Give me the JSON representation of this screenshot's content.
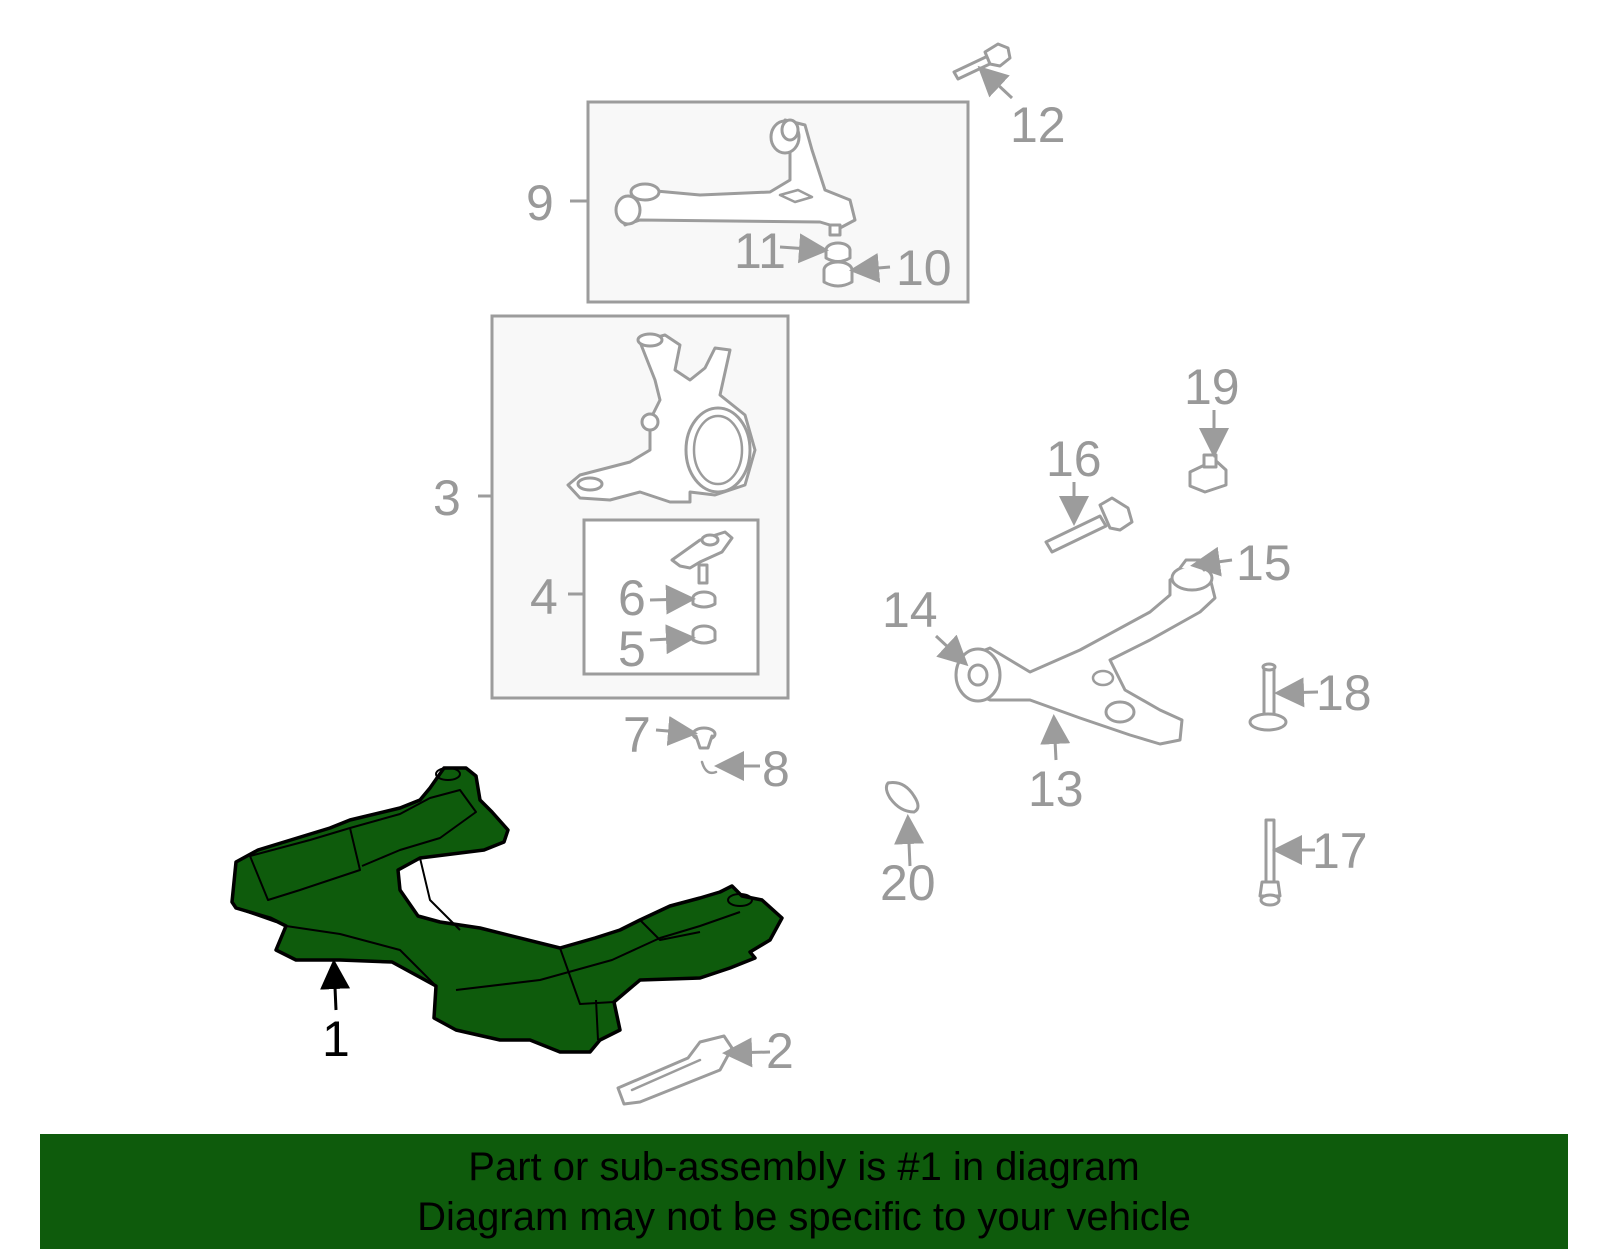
{
  "callouts": {
    "c1": "1",
    "c2": "2",
    "c3": "3",
    "c4": "4",
    "c5": "5",
    "c6": "6",
    "c7": "7",
    "c8": "8",
    "c9": "9",
    "c10": "10",
    "c11": "11",
    "c12": "12",
    "c13": "13",
    "c14": "14",
    "c15": "15",
    "c16": "16",
    "c17": "17",
    "c18": "18",
    "c19": "19",
    "c20": "20"
  },
  "highlight_color": "#0e5b0c",
  "banner": {
    "line1": "Part or sub-assembly is #1 in diagram",
    "line2": "Diagram may not be specific to your vehicle"
  }
}
